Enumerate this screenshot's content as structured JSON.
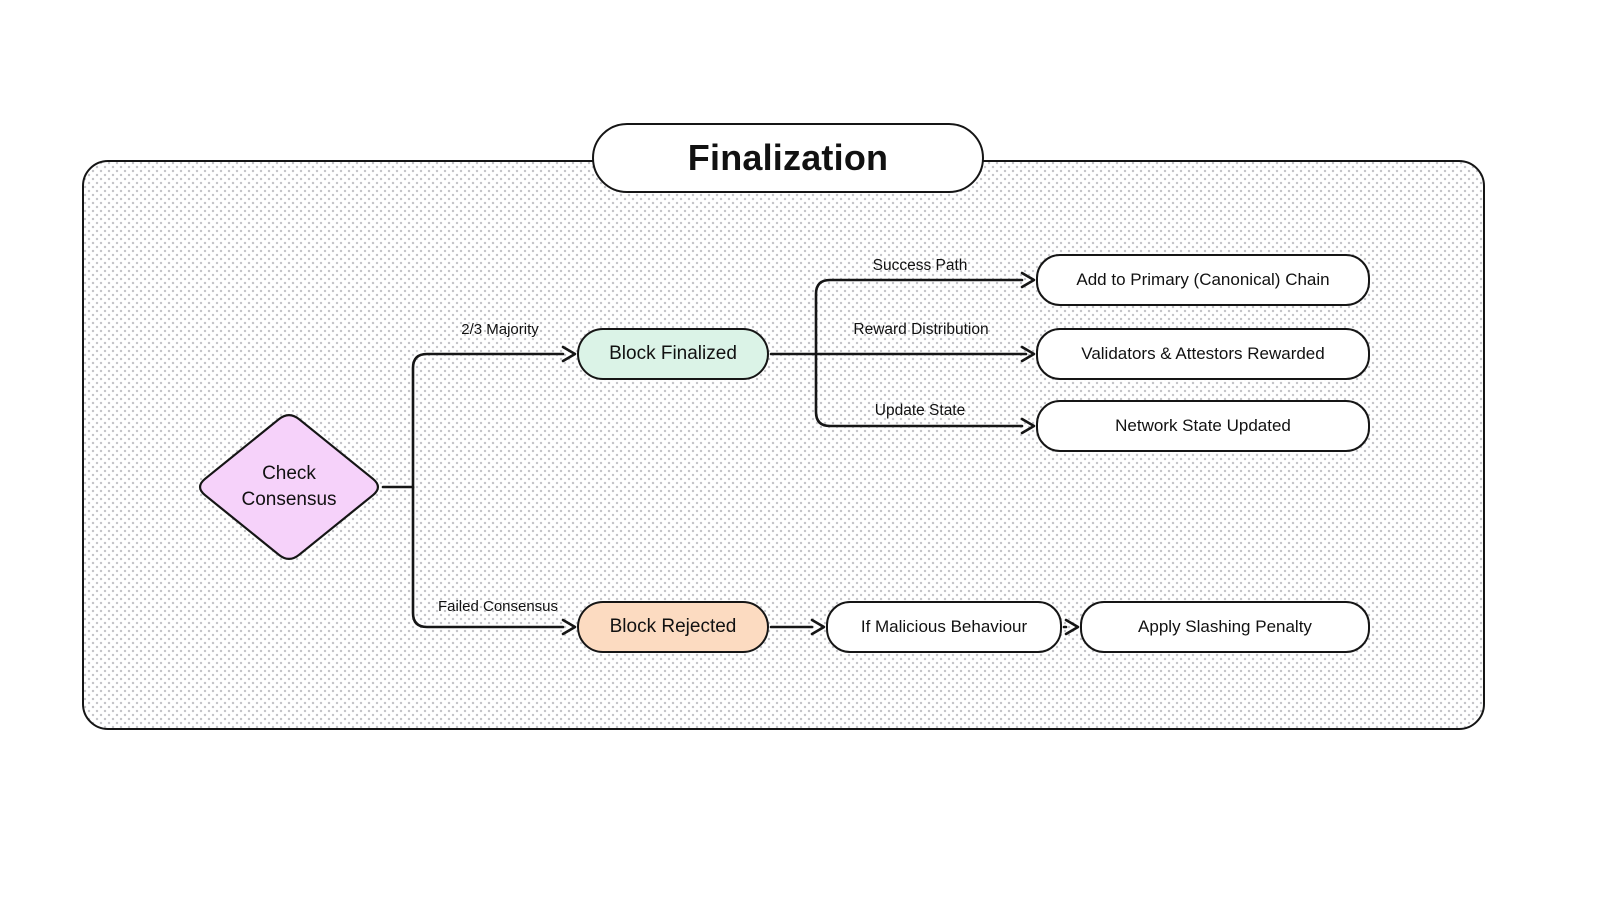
{
  "diagram": {
    "title": "Finalization",
    "decision": {
      "label": "Check Consensus"
    },
    "outcomes": {
      "finalized": {
        "label": "Block Finalized"
      },
      "rejected": {
        "label": "Block Rejected"
      }
    },
    "results": {
      "add_chain": {
        "label": "Add to Primary (Canonical) Chain"
      },
      "rewarded": {
        "label": "Validators & Attestors Rewarded"
      },
      "state_updated": {
        "label": "Network State Updated"
      },
      "malicious": {
        "label": "If Malicious Behaviour"
      },
      "slashing": {
        "label": "Apply Slashing Penalty"
      }
    },
    "edge_labels": {
      "majority": "2/3 Majority",
      "failed": "Failed Consensus",
      "success": "Success Path",
      "reward": "Reward Distribution",
      "update": "Update State"
    },
    "colors": {
      "stroke": "#151515",
      "node_bg": "#ffffff",
      "dot": "#c5c5c9",
      "decision_fill": "#f6d2fa",
      "finalized_fill": "#dbf3e7",
      "rejected_fill": "#fcdbc1"
    }
  }
}
